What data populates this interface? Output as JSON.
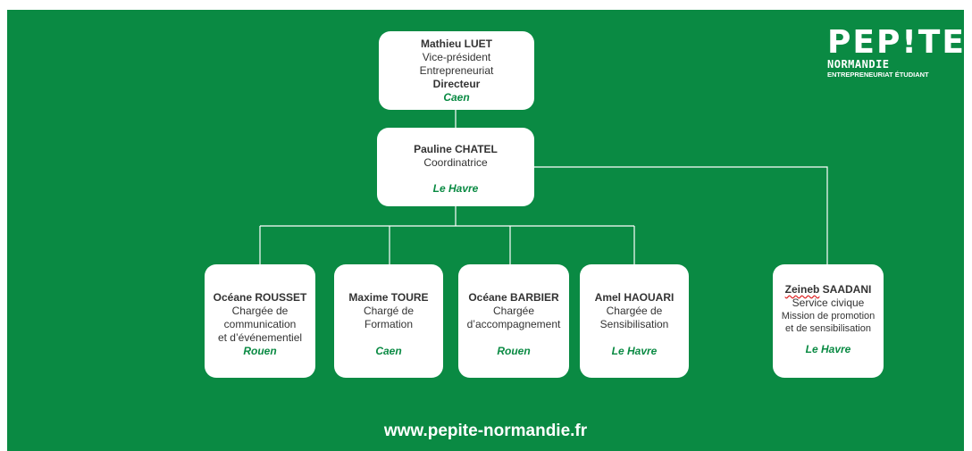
{
  "colors": {
    "background": "#0a8a43",
    "card": "#ffffff",
    "city": "#0a8a43"
  },
  "logo": {
    "brand": "PEP!TE",
    "region": "NORMANDIE",
    "tagline": "ENTREPRENEURIAT ÉTUDIANT"
  },
  "director": {
    "name": "Mathieu LUET",
    "role_1": "Vice-président",
    "role_2": "Entrepreneuriat",
    "role_3": "Directeur",
    "city": "Caen"
  },
  "coordinator": {
    "name": "Pauline CHATEL",
    "role": "Coordinatrice",
    "city": "Le Havre"
  },
  "staff": [
    {
      "name": "Océane ROUSSET",
      "role_1": "Chargée de",
      "role_2": "communication",
      "role_3": "et d’événementiel",
      "city": "Rouen"
    },
    {
      "name": "Maxime TOURE",
      "role_1": "Chargé de",
      "role_2": "Formation",
      "city": "Caen"
    },
    {
      "name": "Océane BARBIER",
      "role_1": "Chargée",
      "role_2": "d’accompagnement",
      "city": "Rouen"
    },
    {
      "name": "Amel HAOUARI",
      "role_1": "Chargée de",
      "role_2": "Sensibilisation",
      "city": "Le Havre"
    },
    {
      "name_first": "Zeineb",
      "name_last": "SAADANI",
      "role_1": "Service civique",
      "role_2": "Mission de promotion",
      "role_3": "et de sensibilisation",
      "city": "Le Havre"
    }
  ],
  "website": "www.pepite-normandie.fr"
}
